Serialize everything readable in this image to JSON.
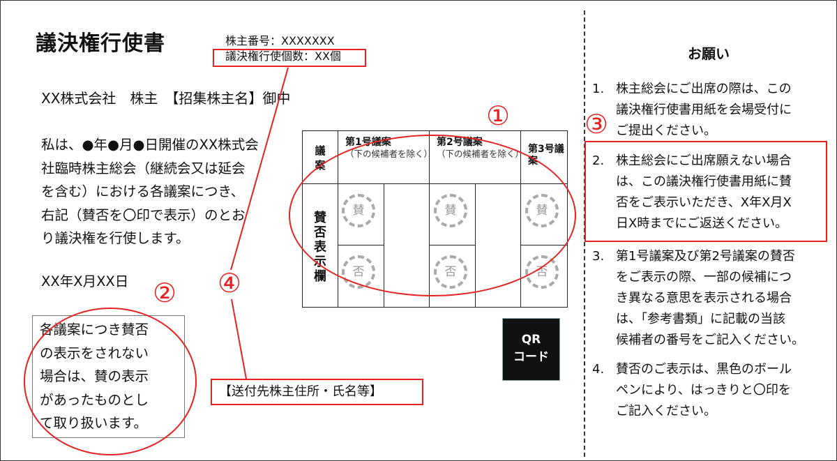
{
  "form": {
    "title": "議決権行使書",
    "holder_number": "株主番号：XXXXXXX",
    "vote_count": "議決権行使個数：XX個",
    "company_line": "XX株式会社　株主　【招集株主名】御中",
    "body_lines": [
      "私は、●年●月●日開催のXX株式会",
      "社臨時株主総会（継続会又は延会",
      "を含む）における各議案につき、",
      "右記（賛否を〇印で表示）のとお",
      "り議決権を行使します。"
    ],
    "date": "XX年X月XX日",
    "note_lines": [
      "各議案につき賛否",
      "の表示をされない",
      "場合は、賛の表示",
      "があったものとし",
      "て取り扱います。"
    ],
    "address": "【送付先株主住所・氏名等】",
    "qr_lines": [
      "QR",
      "コード"
    ]
  },
  "table": {
    "corner": [
      "議",
      "案"
    ],
    "proposals": [
      {
        "label": "第1号議案",
        "sub": "（下の候補者を除く）"
      },
      {
        "label": "第2号議案",
        "sub": "（下の候補者を除く）"
      },
      {
        "label": "第3号議案",
        "sub": ""
      }
    ],
    "vote_label": [
      "賛",
      "否",
      "表",
      "示",
      "欄"
    ],
    "approve": "賛",
    "reject": "否"
  },
  "requests": {
    "title": "お願い",
    "items": [
      {
        "num": "1.",
        "lines": [
          "株主総会にご出席の際は、この",
          "議決権行使書用紙を会場受付に",
          "ご提出ください。"
        ]
      },
      {
        "num": "2.",
        "lines": [
          "株主総会にご出席願えない場合",
          "は、この議決権行使書用紙に賛",
          "否をご表示いただき、X年X月X",
          "日X時までにご返送ください。"
        ]
      },
      {
        "num": "3.",
        "lines": [
          "第1号議案及び第2号議案の賛否",
          "をご表示の際、一部の候補につ",
          "き異なる意思を表示される場合",
          "は、「参考書類」に記載の当該",
          "候補者の番号をご記入ください。"
        ]
      },
      {
        "num": "4.",
        "lines": [
          "賛否のご表示は、黒色のボール",
          "ペンにより、はっきりと〇印を",
          "ご記入ください。"
        ]
      }
    ]
  },
  "annotations": {
    "marker_1": "①",
    "marker_2": "②",
    "marker_3": "③",
    "marker_4": "④",
    "color": "#e52222"
  }
}
